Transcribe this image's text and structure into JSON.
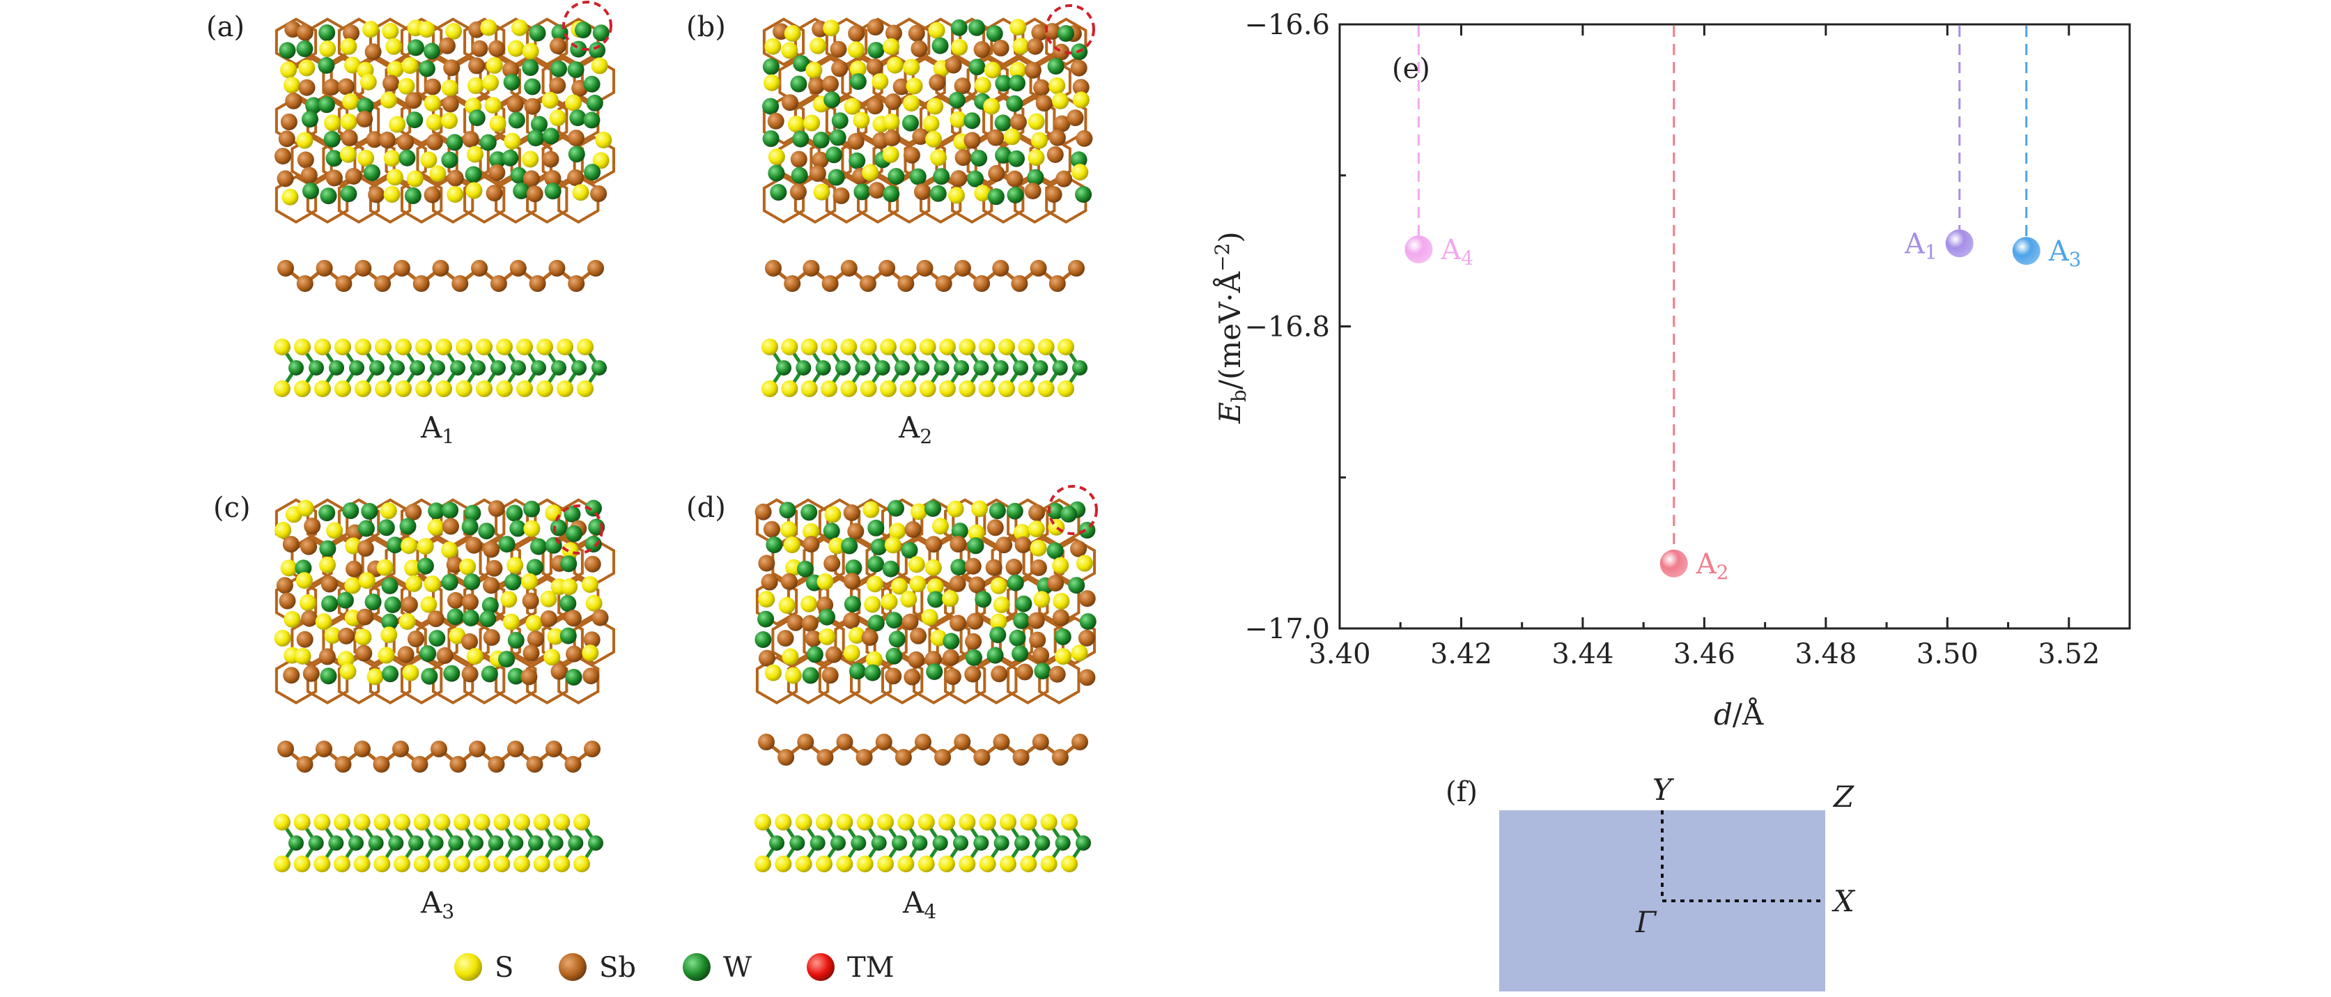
{
  "panels": {
    "a": {
      "tag": "(a)",
      "caption": "A1",
      "caption_base": "A",
      "caption_sub": "1"
    },
    "b": {
      "tag": "(b)",
      "caption": "A2",
      "caption_base": "A",
      "caption_sub": "2"
    },
    "c": {
      "tag": "(c)",
      "caption": "A3",
      "caption_base": "A",
      "caption_sub": "3"
    },
    "d": {
      "tag": "(d)",
      "caption": "A4",
      "caption_base": "A",
      "caption_sub": "4"
    },
    "e": {
      "tag": "(e)"
    },
    "f": {
      "tag": "(f)",
      "labels": {
        "y": "Y",
        "z": "Z",
        "x": "X",
        "gamma": "Γ"
      }
    }
  },
  "legend": [
    {
      "label": "S",
      "color": "#f2e600"
    },
    {
      "label": "Sb",
      "color": "#b5651d"
    },
    {
      "label": "W",
      "color": "#1e8c2a"
    },
    {
      "label": "TM",
      "color": "#e8140c"
    }
  ],
  "colors": {
    "S": "#f2e600",
    "Sb": "#b5651d",
    "W": "#1e8c2a",
    "TM": "#e8140c",
    "highlight": "#d0202a",
    "bz_fill": "#adb9dd"
  },
  "chart_data": {
    "type": "scatter",
    "xlabel": "d/Å",
    "ylabel": "Eb/(meV·Å⁻²)",
    "xlim": [
      3.4,
      3.53
    ],
    "ylim": [
      -17.0,
      -16.6
    ],
    "x_ticks": [
      "3.40",
      "3.42",
      "3.44",
      "3.46",
      "3.48",
      "3.50",
      "3.52"
    ],
    "x_tick_values": [
      3.4,
      3.42,
      3.44,
      3.46,
      3.48,
      3.5,
      3.52
    ],
    "y_ticks": [
      "−16.6",
      "−16.8",
      "−17.0"
    ],
    "y_tick_values": [
      -16.6,
      -16.8,
      -17.0
    ],
    "series": [
      {
        "name": "A1",
        "x": 3.502,
        "y": -16.745,
        "color": "#a58ee6",
        "label_side": "left"
      },
      {
        "name": "A2",
        "x": 3.455,
        "y": -16.957,
        "color": "#f07c8c",
        "label_side": "right"
      },
      {
        "name": "A3",
        "x": 3.513,
        "y": -16.75,
        "color": "#4ea3e8",
        "label_side": "right"
      },
      {
        "name": "A4",
        "x": 3.413,
        "y": -16.749,
        "color": "#f2a8ef",
        "label_side": "right"
      }
    ],
    "grid": false
  }
}
